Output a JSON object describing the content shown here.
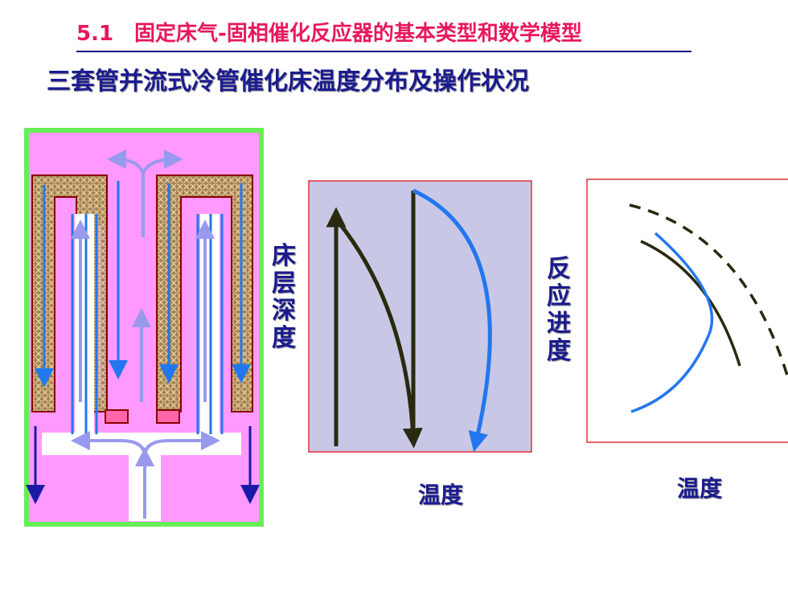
{
  "header": {
    "section_title": "5.1　固定床气-固相催化反应器的基本类型和数学模型",
    "main_title": "三套管并流式冷管催化床温度分布及操作状况"
  },
  "chart1": {
    "y_label": "床层深度",
    "x_label": "温度"
  },
  "chart2": {
    "y_label": "反应进度",
    "x_label": "温度"
  },
  "colors": {
    "title_red": "#e8175d",
    "title_blue": "#1b1b8f",
    "reactor_border": "#66ee55",
    "reactor_fill": "#ff99ff",
    "catalyst": "#b08a55",
    "chart1_bg": "#c8c8e6",
    "curve_dark": "#2a2a10",
    "curve_blue": "#2277ee",
    "arrow_light": "#9999ee"
  }
}
